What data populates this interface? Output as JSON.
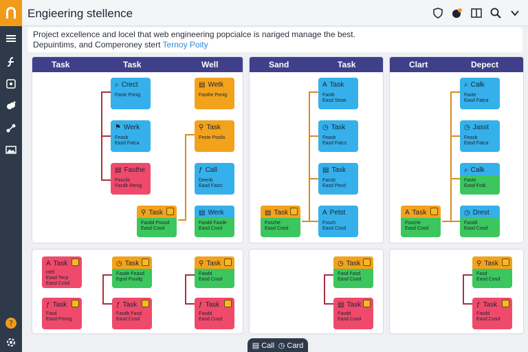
{
  "app": {
    "title": "Engieering stellence"
  },
  "sidebar": {
    "logo": "logo-icon",
    "items": [
      {
        "name": "menu-icon"
      },
      {
        "name": "function-icon"
      },
      {
        "name": "widget-icon"
      },
      {
        "name": "cloud-icon"
      },
      {
        "name": "graph-icon"
      },
      {
        "name": "image-icon"
      },
      {
        "name": "help-icon"
      },
      {
        "name": "settings-icon"
      }
    ]
  },
  "topbar": {
    "icons": [
      "shield-icon",
      "notification-icon",
      "window-icon",
      "search-icon",
      "chevron-down-icon"
    ]
  },
  "banner": {
    "line1": "Project excellence and locel that web engineering popcialce is nariged manage the best.",
    "line2_prefix": "Depuintims, and Comperoney stert ",
    "line2_link": "Ternoy Poity"
  },
  "panels": {
    "p1": {
      "headers": [
        "Task",
        "Task",
        "Well"
      ]
    },
    "p2": {
      "headers": [
        "Sand",
        "Task"
      ]
    },
    "p3": {
      "headers": [
        "Clart",
        "Depect"
      ]
    }
  },
  "cards": {
    "c1": {
      "title": "Crect",
      "sub": "Faste Ponig"
    },
    "c2": {
      "title": "Wetk",
      "sub": "Fasthe Ponig"
    },
    "c3": {
      "title": "Werk",
      "sub": "Feasb\nEasd Fatca"
    },
    "c4": {
      "title": "Task",
      "sub": "Feste Poolis"
    },
    "c5": {
      "title": "Fasthe",
      "sub": "Pasclis\nFacdk Renig"
    },
    "c6": {
      "title": "Call",
      "sub": "Deenb\nEasd Fatzc"
    },
    "c7": {
      "title": "Task",
      "sub": "Fasdd Poosd\nEasd Cosd"
    },
    "c8": {
      "title": "Werk",
      "sub": "Fasdd Fasde\nEasd Cosd"
    },
    "c9": {
      "title": "Task",
      "sub": "Fastb\nEasd Stoat"
    },
    "c10": {
      "title": "Task",
      "sub": "Feasb\nEasd Fatcs"
    },
    "c11": {
      "title": "Task",
      "sub": "Fassb\nEasd Pecd"
    },
    "c12": {
      "title": "Task",
      "sub": "Fosche\nEasd Cosd"
    },
    "c13": {
      "title": "Petst",
      "sub": "Fosch\nEasd Cosd"
    },
    "c14": {
      "title": "Calk",
      "sub": "Faste\nEasd Fatca"
    },
    "c15": {
      "title": "Jasst",
      "sub": "Feasb\nEasd Fatca"
    },
    "c16": {
      "title": "Calk",
      "sub": "Faste\nEasd Fotk"
    },
    "c17": {
      "title": "Task",
      "sub": "Fosche\nEasd Cosd"
    },
    "c18": {
      "title": "Drest",
      "sub": "Fasdd\nEasd Cosd"
    },
    "c19": {
      "title": "Task",
      "sub": "Hell\nEasd Tecp\nEasd Cosd"
    },
    "c20": {
      "title": "Task",
      "sub": "Fasde Feasd\nEgsd Poudg"
    },
    "c21": {
      "title": "Task",
      "sub": "Fasdd\nEasd Cosd"
    },
    "c22": {
      "title": "Task",
      "sub": "Fasd\nEasd Poceg"
    },
    "c23": {
      "title": "Task",
      "sub": "Fasdb Fasd\nEasd Cosd"
    },
    "c24": {
      "title": "Task",
      "sub": "Fasdd\nEasd Cosd"
    },
    "c25": {
      "title": "Task",
      "sub": "Fasd Fasd\nEasd Cosd"
    },
    "c26": {
      "title": "Task",
      "sub": "Fasdd\nEasd Cosd"
    },
    "c27": {
      "title": "Task",
      "sub": "Fasd\nEasd Cosd"
    },
    "c28": {
      "title": "Task",
      "sub": "Fasdd\nEasd Cosd"
    }
  },
  "bottom": {
    "call": "Call",
    "card": "Card"
  }
}
